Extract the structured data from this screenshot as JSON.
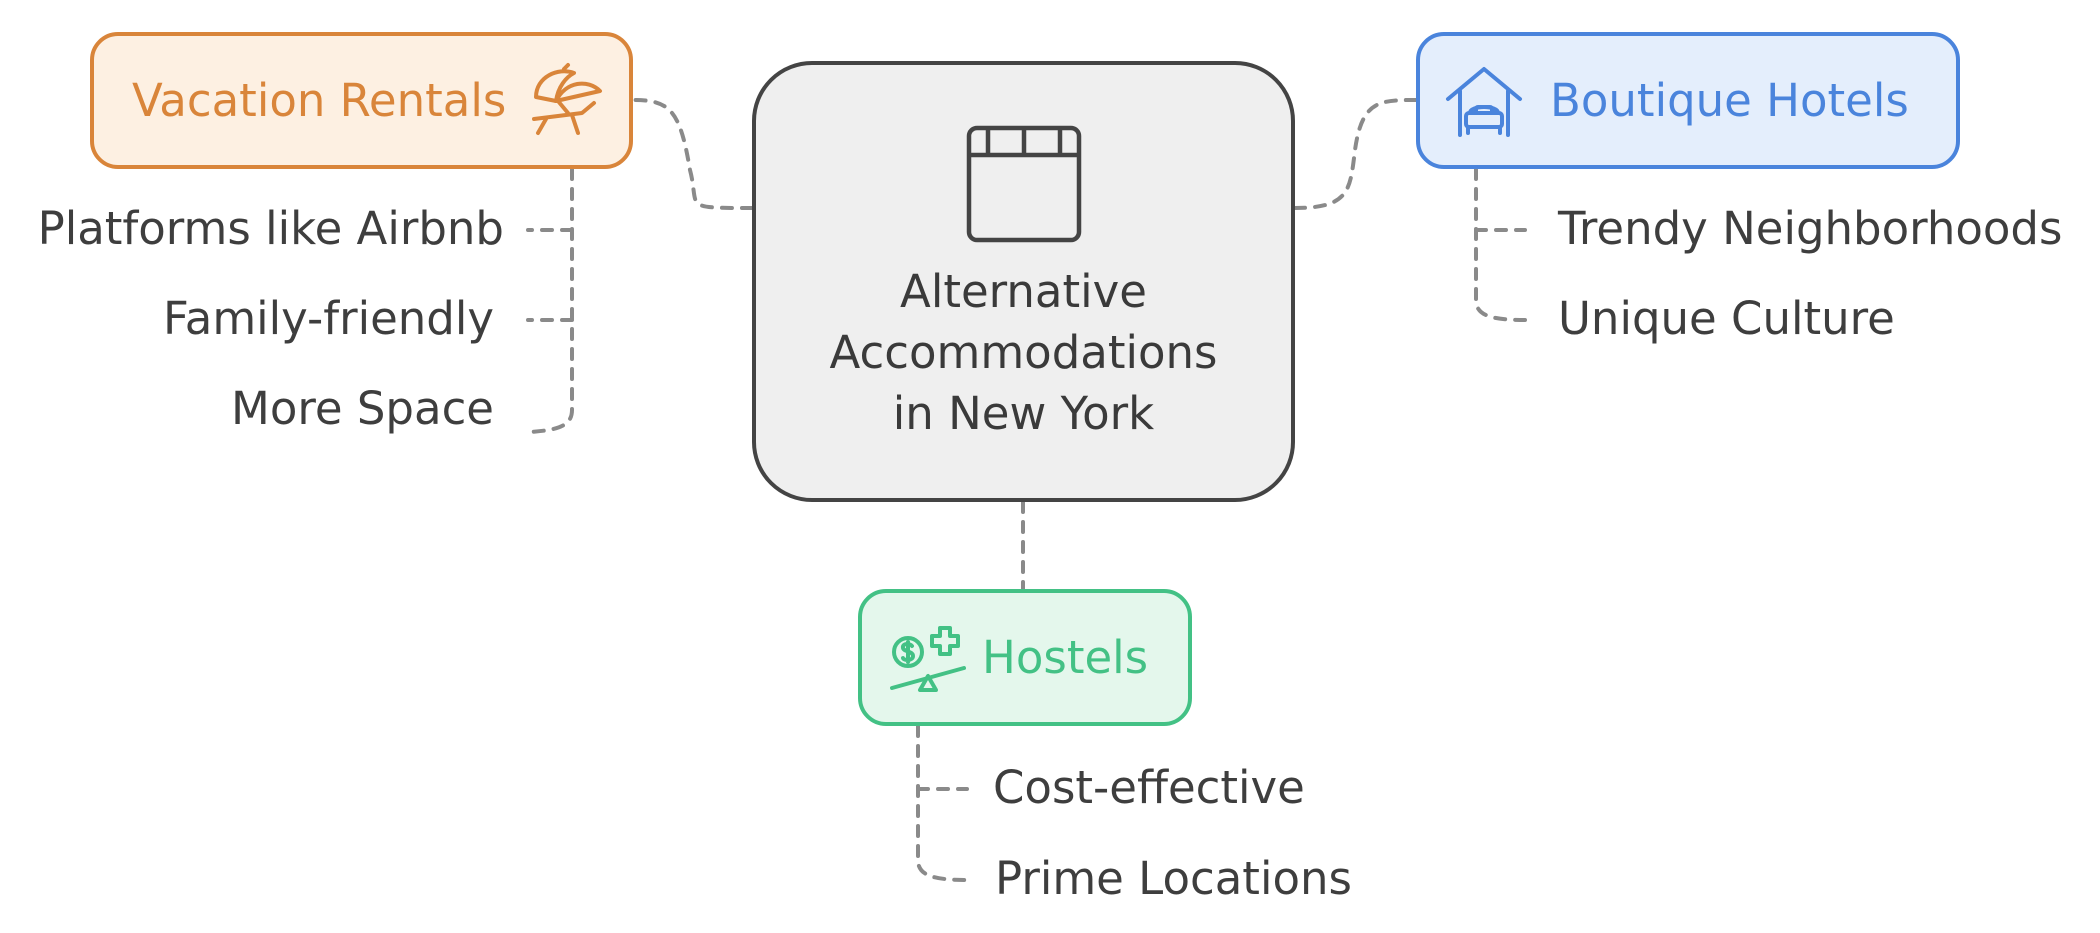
{
  "center": {
    "title": "Alternative\nAccommodations\nin New York",
    "icon": "bed-icon"
  },
  "branches": {
    "vacation_rentals": {
      "label": "Vacation Rentals",
      "icon": "sun-lounger-umbrella-icon",
      "color": "#d9853a",
      "fill": "#fdf0e2",
      "items": [
        "Platforms like Airbnb",
        "Family-friendly",
        "More Space"
      ]
    },
    "boutique_hotels": {
      "label": "Boutique Hotels",
      "icon": "house-bed-icon",
      "color": "#4a84dc",
      "fill": "#e4eefc",
      "items": [
        "Trendy Neighborhoods",
        "Unique Culture"
      ]
    },
    "hostels": {
      "label": "Hostels",
      "icon": "cost-health-balance-icon",
      "color": "#43c185",
      "fill": "#e4f7ec",
      "items": [
        "Cost-effective",
        "Prime Locations"
      ]
    }
  },
  "connector_color": "#8a8a8a"
}
